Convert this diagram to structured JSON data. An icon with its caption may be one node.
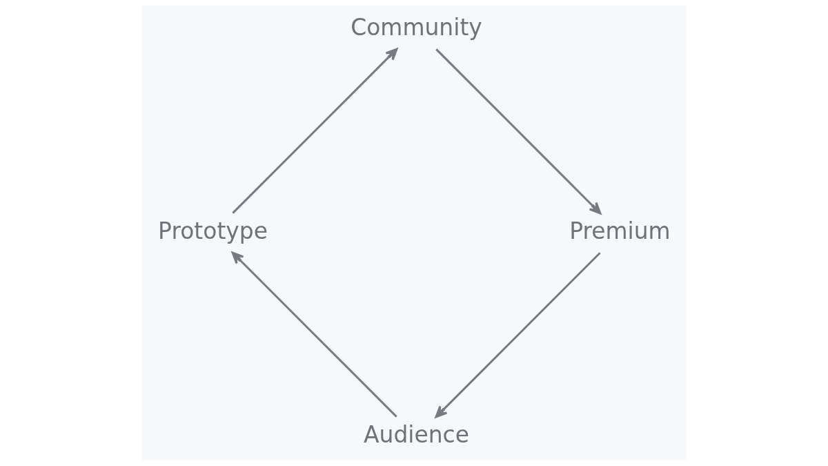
{
  "diagram": {
    "nodes": [
      {
        "text": [
          "Audience"
        ]
      },
      {
        "text": [
          "Premium"
        ]
      },
      {
        "text": [
          "Prototype"
        ]
      },
      {
        "text": [
          "Community"
        ]
      }
    ],
    "edges": [
      {
        "from": 1,
        "to": 0,
        "arrow": "to"
      },
      {
        "from": 0,
        "to": 2,
        "arrow": "to"
      },
      {
        "from": 2,
        "to": 3,
        "arrow": "to"
      },
      {
        "from": 3,
        "to": 1,
        "arrow": "to"
      }
    ]
  }
}
